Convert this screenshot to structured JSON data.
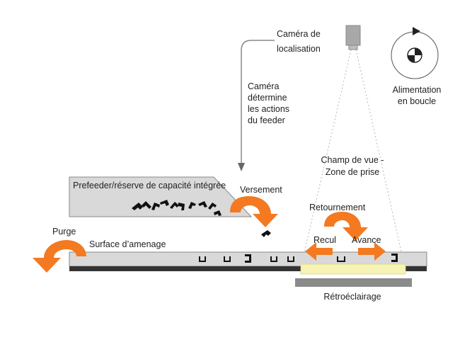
{
  "labels": {
    "camera_line1": "Caméra de",
    "camera_line2": "localisation",
    "camera_action_1": "Caméra",
    "camera_action_2": "détermine",
    "camera_action_3": "les actions",
    "camera_action_4": "du feeder",
    "loop_line1": "Alimentation",
    "loop_line2": "en boucle",
    "fov_line1": "Champ de vue -",
    "fov_line2": "Zone de prise",
    "prefeeder": "Prefeeder/réserve de capacité intégrée",
    "versement": "Versement",
    "retournement": "Retournement",
    "recul": "Recul",
    "avance": "Avance",
    "purge": "Purge",
    "surface": "Surface d’amenage",
    "backlight": "Rétroéclairage"
  },
  "colors": {
    "arrow": "#f47920",
    "platform": "#d9d9d9",
    "platform_stroke": "#888888",
    "belt": "#333333",
    "backlight_glow": "#f7f3b5",
    "backlight_base": "#8a8a8a",
    "camera": "#a8a8a8",
    "part": "#111111"
  },
  "icons": {
    "camera": "camera-icon",
    "loop": "loop-feed-icon",
    "parts": "part-icon"
  }
}
